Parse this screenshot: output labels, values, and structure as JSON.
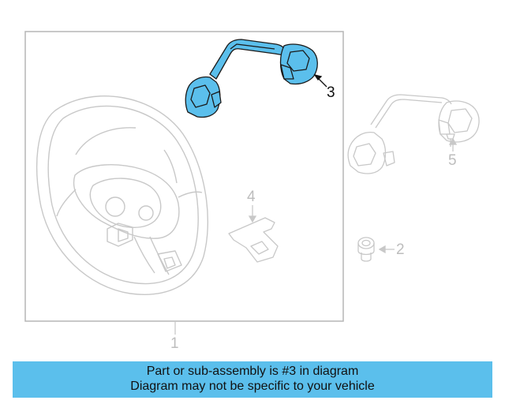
{
  "callouts": {
    "c1": "1",
    "c2": "2",
    "c3": "3",
    "c4": "4",
    "c5": "5"
  },
  "banner": {
    "line1": "Part or sub-assembly is #3 in diagram",
    "line2": "Diagram may not be specific to your vehicle"
  },
  "colors": {
    "highlight": "#5bbfec",
    "outline_dim": "#c8c8c8",
    "frame": "#b5b5b5"
  }
}
